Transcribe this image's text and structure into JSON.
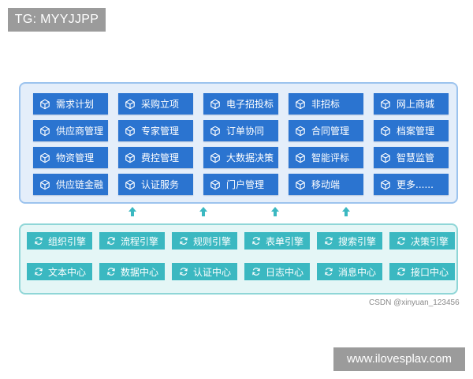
{
  "overlays": {
    "top_tag": "TG: MYYJJPP",
    "bottom_tag": "www.ilovesplav.com"
  },
  "watermark": "CSDN @xinyuan_123456",
  "colors": {
    "module_panel_bg": "#e4eefa",
    "module_panel_border": "#9cc3ee",
    "module_button": "#2b74d0",
    "engine_panel_bg": "#e4f6f6",
    "engine_panel_border": "#8fd6d7",
    "engine_button": "#3bb8c1",
    "arrow": "#3bb8c1"
  },
  "modules": {
    "icon": "cube-icon",
    "items": [
      "需求计划",
      "采购立项",
      "电子招投标",
      "非招标",
      "网上商城",
      "供应商管理",
      "专家管理",
      "订单协同",
      "合同管理",
      "档案管理",
      "物资管理",
      "费控管理",
      "大数据决策",
      "智能评标",
      "智慧监管",
      "供应链金融",
      "认证服务",
      "门户管理",
      "移动端",
      "更多......"
    ]
  },
  "connector": {
    "icon": "arrow-up-icon",
    "count": 4
  },
  "engines": {
    "icon": "refresh-icon",
    "items": [
      "组织引擎",
      "流程引擎",
      "规则引擎",
      "表单引擎",
      "搜索引擎",
      "决策引擎",
      "文本中心",
      "数据中心",
      "认证中心",
      "日志中心",
      "消息中心",
      "接口中心"
    ]
  }
}
